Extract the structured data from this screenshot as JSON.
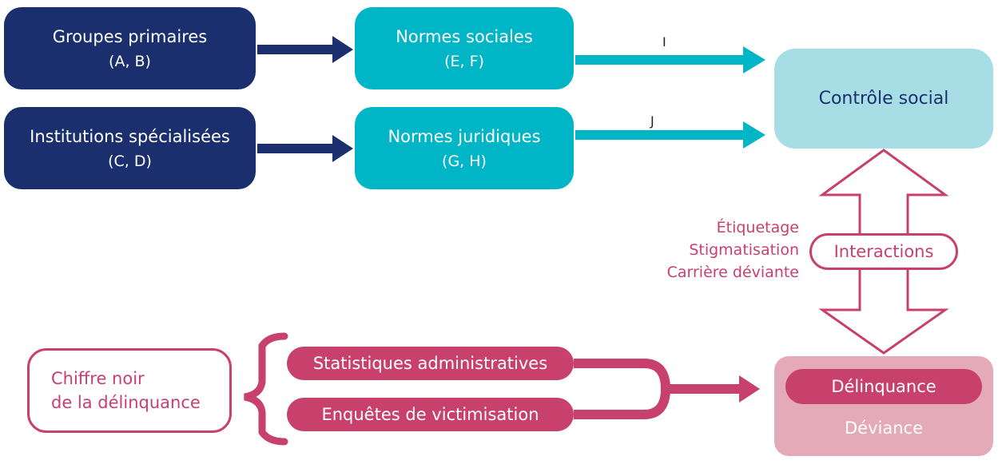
{
  "nodes": {
    "groupes": {
      "title": "Groupes primaires",
      "sub": "(A, B)"
    },
    "institutions": {
      "title": "Institutions spécialisées",
      "sub": "(C, D)"
    },
    "normes_sociales": {
      "title": "Normes sociales",
      "sub": "(E, F)"
    },
    "normes_juridiques": {
      "title": "Normes juridiques",
      "sub": "(G, H)"
    },
    "controle": {
      "title": "Contrôle social"
    },
    "interactions": {
      "title": "Interactions"
    },
    "delinquance": {
      "title": "Délinquance"
    },
    "deviance": {
      "title": "Déviance"
    },
    "chiffre_noir": {
      "line1": "Chiffre noir",
      "line2": "de la délinquance"
    },
    "statistiques": {
      "title": "Statistiques administratives"
    },
    "enquetes": {
      "title": "Enquêtes de victimisation"
    }
  },
  "edge_labels": {
    "i": "I",
    "j": "J"
  },
  "side_labels": [
    "Étiquetage",
    "Stigmatisation",
    "Carrière déviante"
  ],
  "colors": {
    "navy": "#1b2f6e",
    "teal": "#00b5c6",
    "light_teal": "#a7dde5",
    "pink": "#c8406c",
    "light_pink": "#e4aab7"
  }
}
